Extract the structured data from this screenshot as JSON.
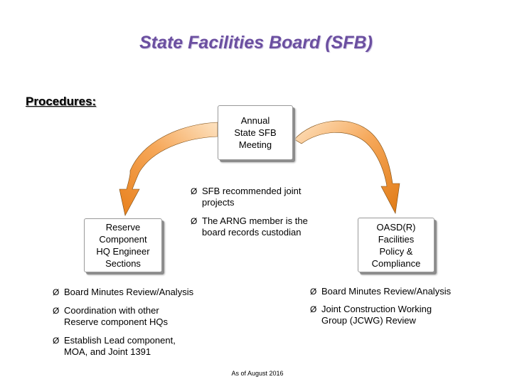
{
  "title": "State Facilities Board (SFB)",
  "procedures_label": "Procedures:",
  "boxes": {
    "annual": "Annual\nState SFB\nMeeting",
    "reserve": "Reserve\nComponent\nHQ Engineer\nSections",
    "oasd": "OASD(R)\nFacilities\nPolicy &\nCompliance"
  },
  "bullet_marker": "Ø",
  "center_bullets": [
    "SFB recommended joint\nprojects",
    "The ARNG member is the\nboard records custodian"
  ],
  "left_bullets": [
    "Board Minutes Review/Analysis",
    "Coordination with other\nReserve component HQs",
    "Establish Lead component,\nMOA, and Joint 1391"
  ],
  "right_bullets": [
    "Board Minutes Review/Analysis",
    "Joint Construction Working\nGroup (JCWG) Review"
  ],
  "footer": "As of August 2016",
  "colors": {
    "title": "#6b4fa0",
    "arrow_dark": "#e07a14",
    "arrow_light": "#fbd7a8"
  }
}
